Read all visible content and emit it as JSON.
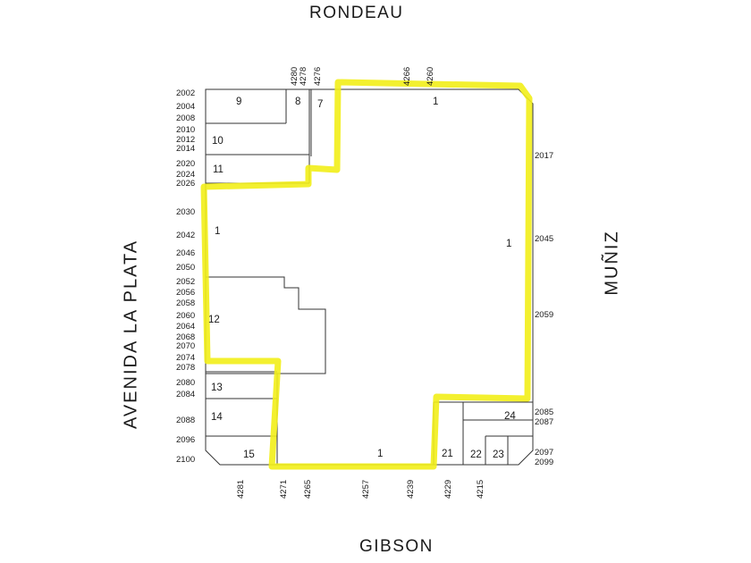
{
  "streets": {
    "top": "RONDEAU",
    "bottom": "GIBSON",
    "left": "AVENIDA LA PLATA",
    "right": "MUÑIZ"
  },
  "left_numbers": [
    "2002",
    "2004",
    "2008",
    "2010",
    "2012",
    "2014",
    "2020",
    "2024",
    "2026",
    "2030",
    "2042",
    "2046",
    "2050",
    "2052",
    "2056",
    "2058",
    "2060",
    "2064",
    "2068",
    "2070",
    "2074",
    "2078",
    "2080",
    "2084",
    "2088",
    "2096",
    "2100"
  ],
  "top_numbers": [
    "4280",
    "4278",
    "4276",
    "4266",
    "4260"
  ],
  "right_numbers": [
    "2017",
    "2045",
    "2059",
    "2085",
    "2087",
    "2097",
    "2099"
  ],
  "bottom_numbers": [
    "4281",
    "4271",
    "4265",
    "4257",
    "4239",
    "4229",
    "4215"
  ],
  "lots": {
    "l9": "9",
    "l8": "8",
    "l7": "7",
    "l10": "10",
    "l11": "11",
    "l1a": "1",
    "l1b": "1",
    "l1c": "1",
    "l1d": "1",
    "l12": "12",
    "l13": "13",
    "l14": "14",
    "l15": "15",
    "l21": "21",
    "l22": "22",
    "l23": "23",
    "l24": "24"
  },
  "colors": {
    "highlight": "#f2ee18",
    "ink": "#333333"
  }
}
